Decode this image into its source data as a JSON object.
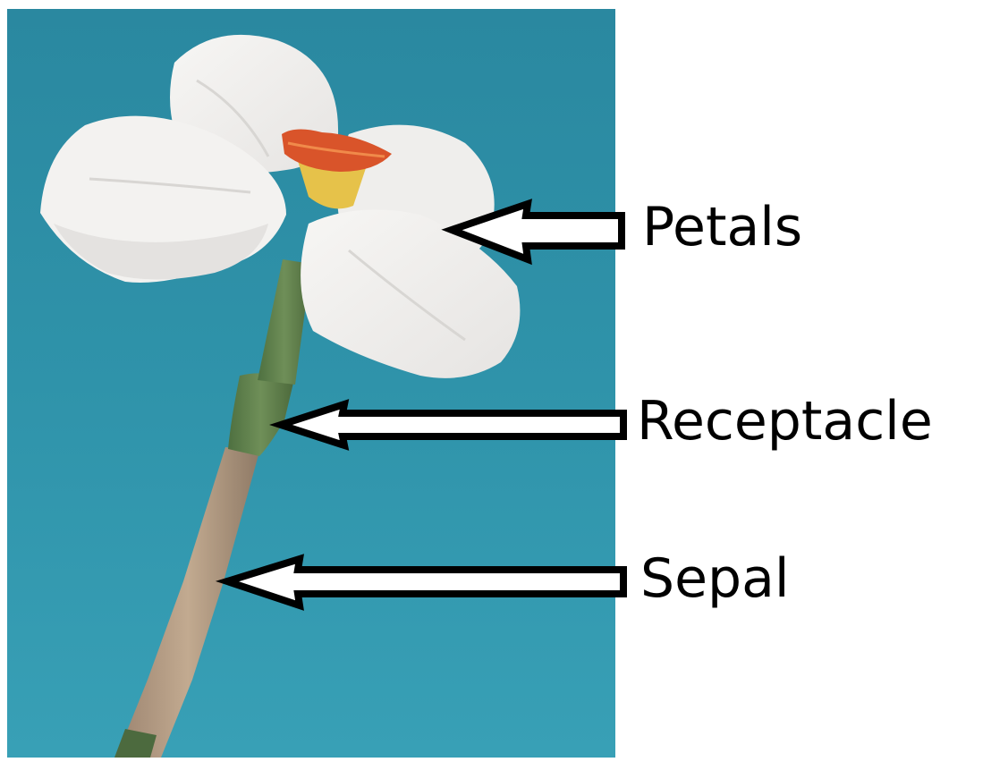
{
  "labels": {
    "petals": "Petals",
    "receptacle": "Receptacle",
    "sepal": "Sepal"
  },
  "colors": {
    "background": "#2f8fa6",
    "petal": "#f2f1ef",
    "corona": "#d9542a",
    "stem_green": "#5f7f4a",
    "stem_tan": "#b49a7f",
    "arrow_fill": "#ffffff",
    "arrow_stroke": "#000000"
  }
}
